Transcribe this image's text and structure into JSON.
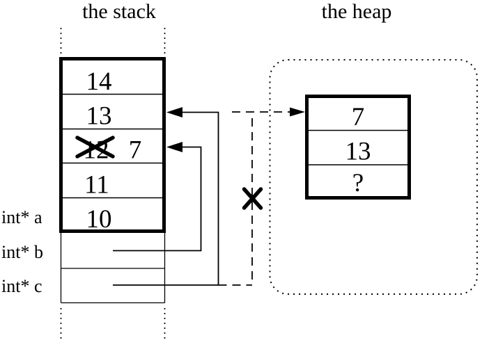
{
  "colors": {
    "ink": "#000000",
    "paper": "#ffffff"
  },
  "stack": {
    "title": "the stack",
    "cells": [
      {
        "value": "14"
      },
      {
        "value": "13"
      },
      {
        "value": "12",
        "crossed_out": true,
        "new_value": "7"
      },
      {
        "value": "11"
      },
      {
        "value": "10"
      }
    ],
    "pointers": [
      {
        "label": "int* a"
      },
      {
        "label": "int* b"
      },
      {
        "label": "int* c"
      }
    ]
  },
  "heap": {
    "title": "the heap",
    "cells": [
      {
        "value": "7"
      },
      {
        "value": "13"
      },
      {
        "value": "?"
      }
    ]
  },
  "links": [
    {
      "id": "b-to-stack",
      "style": "solid-arrow",
      "from": "int* b row",
      "to": "stack cell with crossed-out 12 / 7"
    },
    {
      "id": "c-to-stack",
      "style": "solid-arrow",
      "from": "int* c row",
      "to": "stack cell 13"
    },
    {
      "id": "old-heap-link",
      "style": "dashed-arrow",
      "from": "int* c row",
      "to": "heap cell 7",
      "severed": true
    }
  ]
}
